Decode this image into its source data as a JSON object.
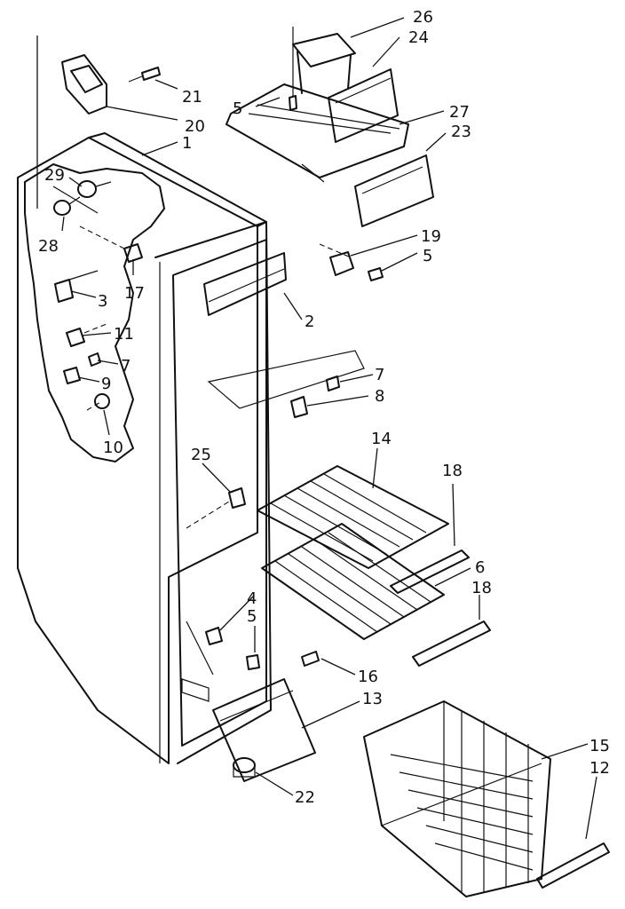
{
  "callouts": {
    "c26": "26",
    "c24": "24",
    "c21": "21",
    "c20": "20",
    "c5a": "5",
    "c27": "27",
    "c23": "23",
    "c1": "1",
    "c29": "29",
    "c28": "28",
    "c19": "19",
    "c5b": "5",
    "c17": "17",
    "c3": "3",
    "c2": "2",
    "c11": "11",
    "c7a": "7",
    "c9": "9",
    "c7b": "7",
    "c8": "8",
    "c10": "10",
    "c14": "14",
    "c25": "25",
    "c18a": "18",
    "c6": "6",
    "c18b": "18",
    "c4": "4",
    "c5c": "5",
    "c16": "16",
    "c13": "13",
    "c15": "15",
    "c12": "12",
    "c22": "22"
  }
}
